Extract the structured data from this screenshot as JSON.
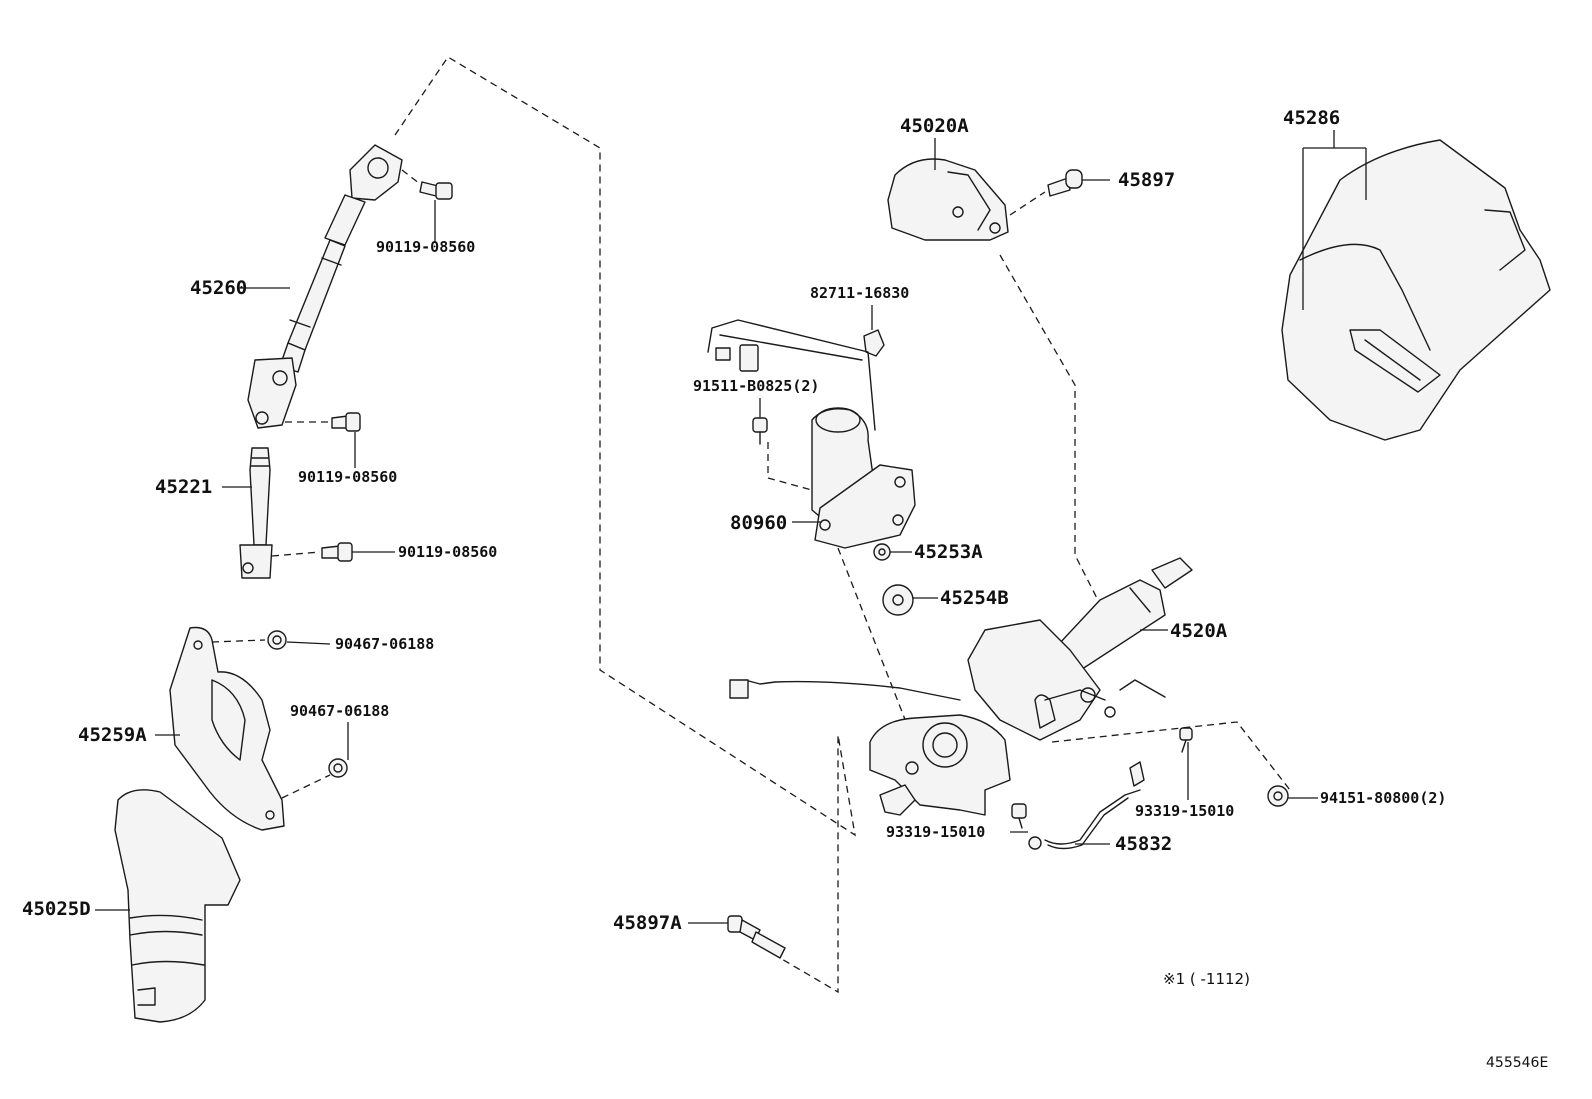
{
  "labels": {
    "p45260": "45260",
    "p90119_a": "90119-08560",
    "p90119_b": "90119-08560",
    "p90119_c": "90119-08560",
    "p45221": "45221",
    "p90467_a": "90467-06188",
    "p90467_b": "90467-06188",
    "p45259A": "45259A",
    "p45025D": "45025D",
    "p45020A": "45020A",
    "p45897": "45897",
    "p82711": "82711-16830",
    "p91511": "91511-B0825(2)",
    "p80960": "80960",
    "p45253A": "45253A",
    "p45254B": "45254B",
    "p4520A": "4520A",
    "p45286": "45286",
    "p93319_a": "93319-15010",
    "p93319_b": "93319-15010",
    "p94151": "94151-80800(2)",
    "p45832": "45832",
    "p45897A": "45897A"
  },
  "note": "※1 (      -1112)",
  "ref_code": "455546E"
}
